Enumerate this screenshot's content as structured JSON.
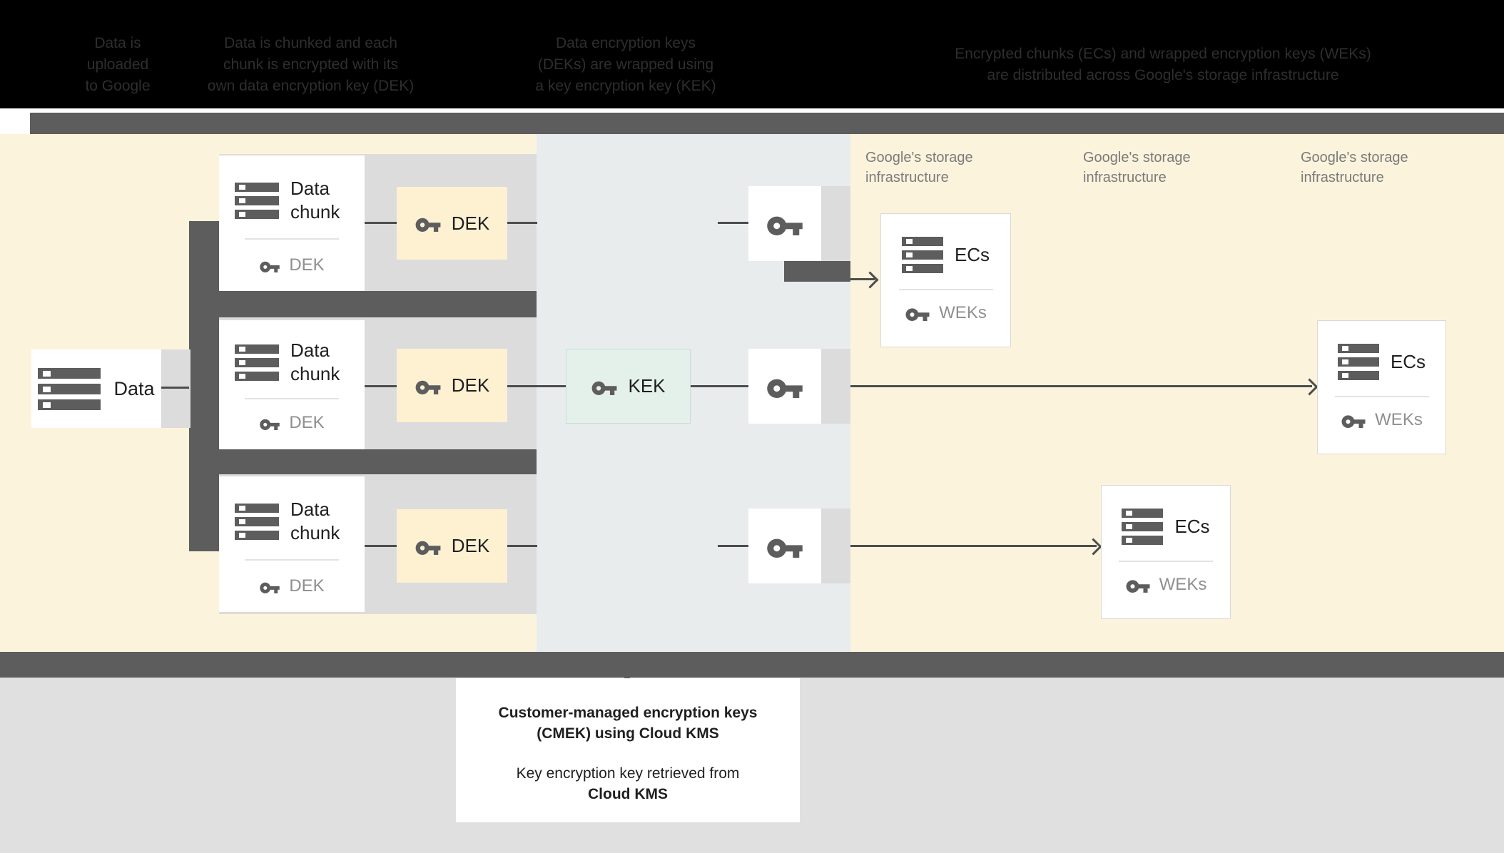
{
  "header": {
    "captions": [
      {
        "lines": [
          "Data is",
          "uploaded",
          "to Google"
        ]
      },
      {
        "lines": [
          "Data is chunked and each",
          "chunk is encrypted with its",
          "own data encryption key (DEK)"
        ]
      },
      {
        "lines": [
          "Data encryption keys",
          "(DEKs) are wrapped using",
          "a key encryption key (KEK)"
        ]
      },
      {
        "lines": [
          "Encrypted chunks (ECs) and wrapped encryption keys (WEKs)",
          "are distributed across Google's storage infrastructure"
        ]
      }
    ]
  },
  "diagram": {
    "data_box": {
      "label": "Data"
    },
    "chunk_boxes": [
      {
        "title": "Data chunk",
        "key_label": "DEK"
      },
      {
        "title": "Data chunk",
        "key_label": "DEK"
      },
      {
        "title": "Data chunk",
        "key_label": "DEK"
      }
    ],
    "dek_boxes": [
      {
        "label": "DEK"
      },
      {
        "label": "DEK"
      },
      {
        "label": "DEK"
      }
    ],
    "kek_box": {
      "label": "KEK"
    },
    "storage_labels": [
      {
        "lines": [
          "Google's storage",
          "infrastructure"
        ]
      },
      {
        "lines": [
          "Google's storage",
          "infrastructure"
        ]
      },
      {
        "lines": [
          "Google's storage",
          "infrastructure"
        ]
      }
    ],
    "ec_boxes": [
      {
        "title": "ECs",
        "key_label": "WEKs"
      },
      {
        "title": "ECs",
        "key_label": "WEKs"
      },
      {
        "title": "ECs",
        "key_label": "WEKs"
      }
    ]
  },
  "footer_card": {
    "lines": [
      "Customer-managed encryption keys",
      "(CMEK) using Cloud KMS",
      "Key encryption key retrieved from",
      "Cloud KMS"
    ]
  },
  "colors": {
    "header_bg": "#000000",
    "bar_dark": "#5d5d5d",
    "panel_cream": "#fbf3dc",
    "panel_blue": "#e8eced",
    "band_gray": "#dcdcdc",
    "dek_yellow": "#fdf1d2",
    "kek_mint": "#e4f1ea",
    "line": "#4d4d4d",
    "text_dark": "#1f1f1f",
    "text_gray": "#8f8f8f"
  }
}
